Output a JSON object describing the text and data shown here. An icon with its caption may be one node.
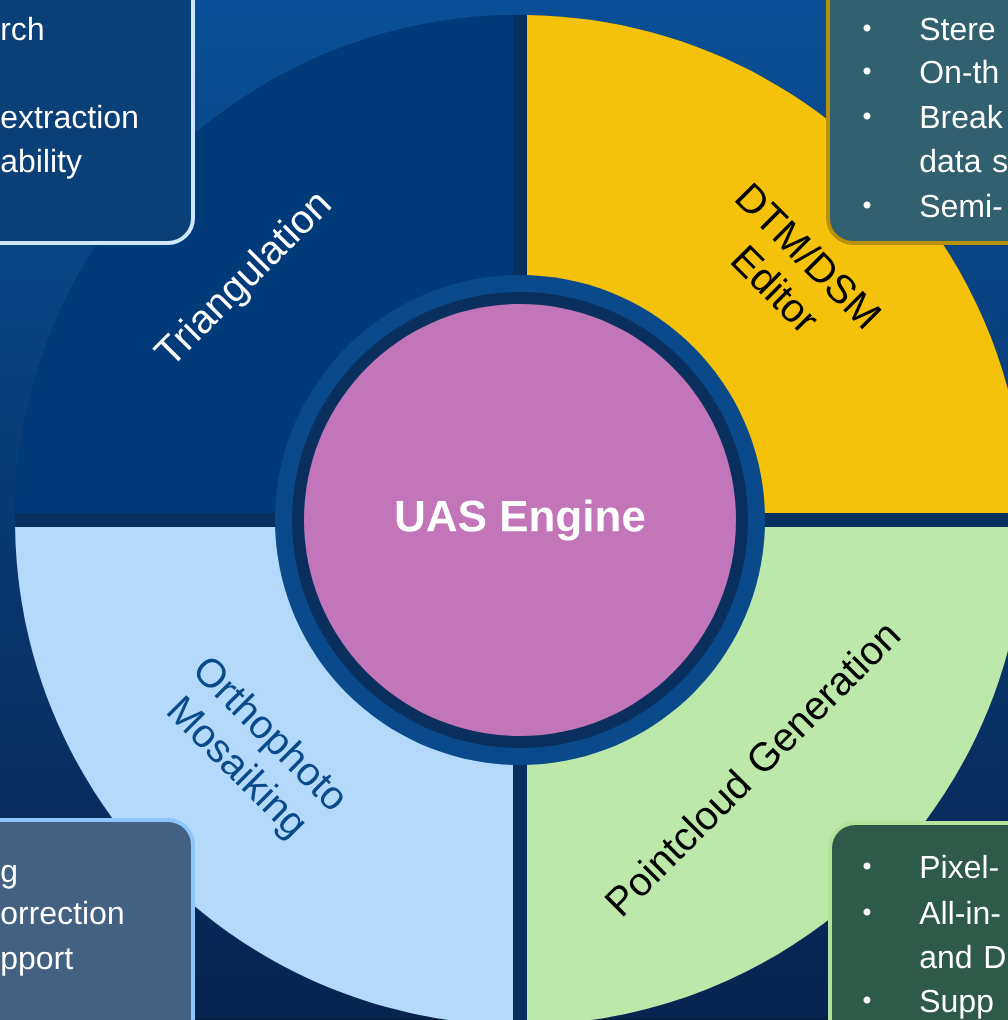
{
  "diagram": {
    "nodes": [
      {
        "text": [
          "rch",
          "extraction",
          "ability"
        ]
      },
      {
        "text": [
          "Stere",
          "On-th",
          "Break data s",
          "Semi-"
        ]
      },
      {
        "text": [
          "Triangulation"
        ]
      },
      {
        "text": [
          "DTM/DSM Editor"
        ]
      },
      {
        "text": [
          "UAS Engine"
        ]
      },
      {
        "text": [
          "Orthophoto Mosaiking"
        ]
      },
      {
        "text": [
          "Pointcloud Generation"
        ]
      },
      {
        "text": [
          "g",
          "orrection",
          "pport"
        ]
      },
      {
        "text": [
          "Pixel-",
          "All-in- and D",
          "Supp"
        ]
      }
    ]
  }
}
